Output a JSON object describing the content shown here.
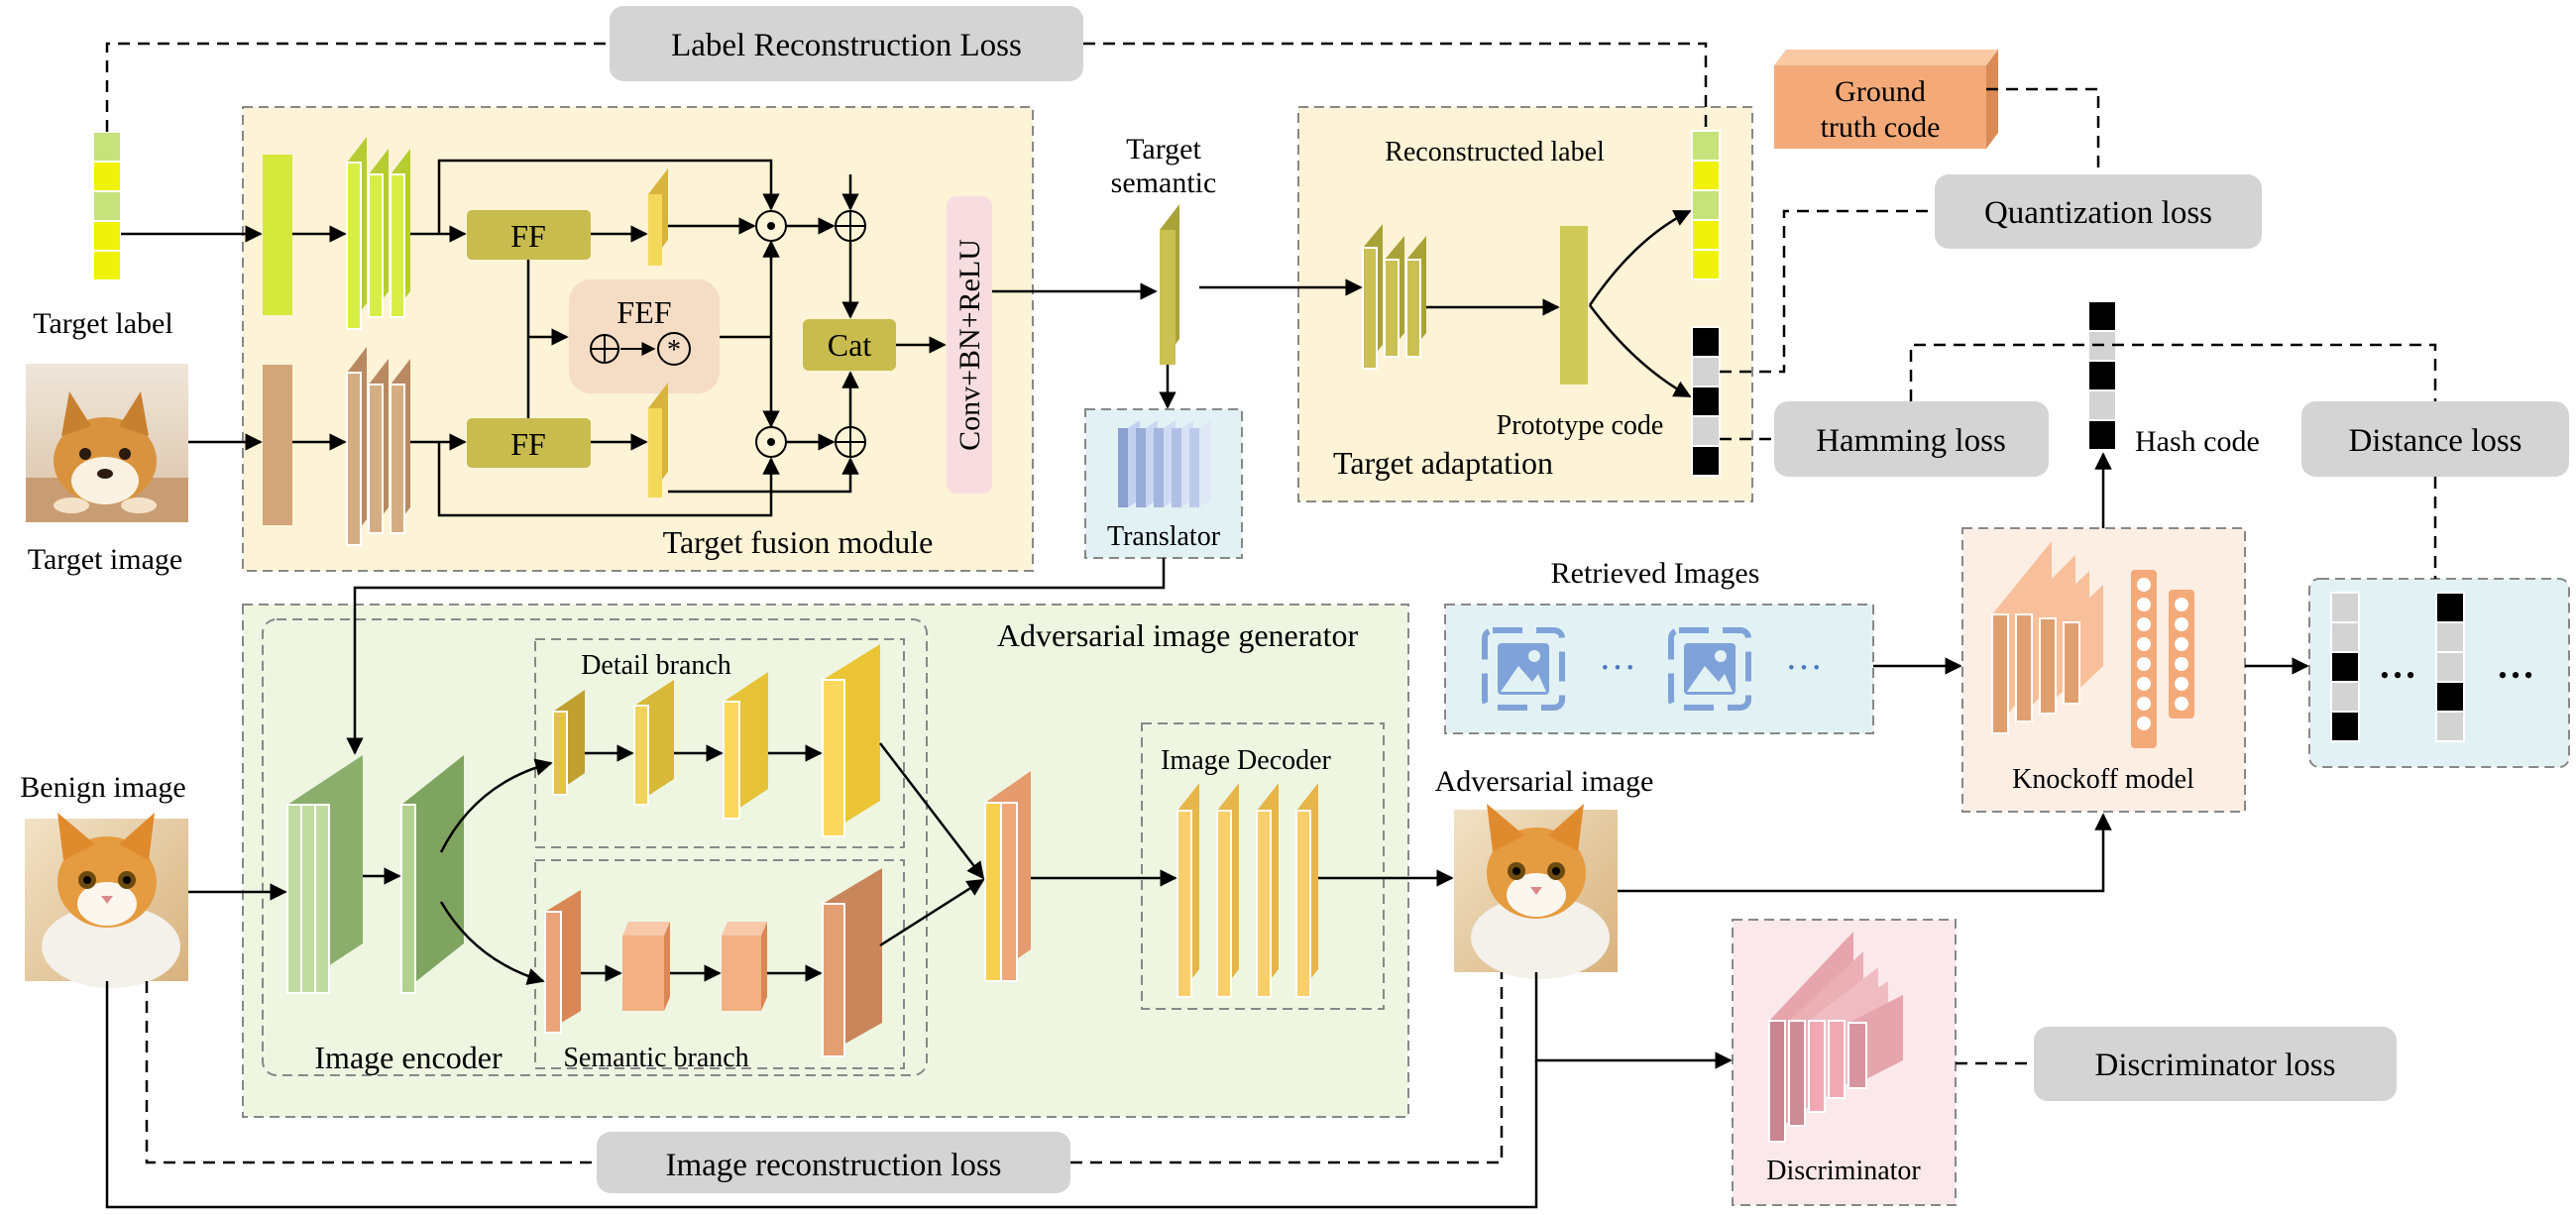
{
  "labels": {
    "target_label": "Target label",
    "target_image": "Target image",
    "target_semantic_line1": "Target",
    "target_semantic_line2": "semantic",
    "translator": "Translator",
    "reconstructed_label": "Reconstructed label",
    "prototype_code": "Prototype code",
    "target_adaptation": "Target adaptation",
    "ground_truth_line1": "Ground",
    "ground_truth_line2": "truth code",
    "hash_code": "Hash code",
    "retrieved_images": "Retrieved Images",
    "knockoff_model": "Knockoff model",
    "benign_image": "Benign image",
    "adversarial_image": "Adversarial image",
    "discriminator": "Discriminator",
    "image_encoder": "Image encoder",
    "detail_branch": "Detail branch",
    "semantic_branch": "Semantic branch",
    "image_decoder": "Image Decoder",
    "adversarial_image_generator": "Adversarial image generator",
    "target_fusion_module": "Target fusion module",
    "ff_top": "FF",
    "ff_bottom": "FF",
    "fef": "FEF",
    "cat": "Cat",
    "conv_bn_relu": "Conv+BN+ReLU",
    "ellipsis": "···",
    "dots": "•••"
  },
  "losses": {
    "label_reconstruction": "Label Reconstruction Loss",
    "quantization": "Quantization loss",
    "hamming": "Hamming loss",
    "distance": "Distance loss",
    "discriminator": "Discriminator loss",
    "image_reconstruction": "Image reconstruction loss"
  },
  "colors": {
    "fusion_bg": "#fdf3d6",
    "generator_bg": "#eef6e2",
    "retrieved_bg": "#e2f2f4",
    "knockoff_bg": "#fdeee4",
    "discriminator_bg": "#fbe8ea",
    "pill_gray": "#d4d4d4",
    "label_green": "#c6e27a",
    "label_yellow": "#f1f20a",
    "ff_olive": "#c8bc4e",
    "fef_peach": "#f5dcc4",
    "ground_truth_orange": "#f4aa78"
  },
  "icons": [
    "image-icon",
    "image-icon"
  ]
}
